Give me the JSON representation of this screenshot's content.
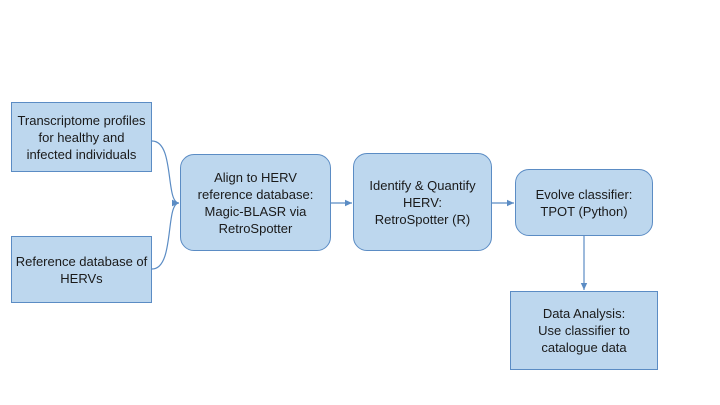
{
  "diagram": {
    "colors": {
      "box_fill": "#bdd7ee",
      "box_stroke": "#5b8cc4",
      "connector": "#5b8cc4"
    },
    "nodes": {
      "transcriptome": {
        "label": "Transcriptome profiles\nfor healthy and\ninfected individuals",
        "shape": "rectangle"
      },
      "reference_db": {
        "label": "Reference database of\nHERVs",
        "shape": "rectangle"
      },
      "align": {
        "label": "Align to HERV\nreference database:\nMagic-BLASR via\nRetroSpotter",
        "shape": "rounded-rectangle"
      },
      "identify": {
        "label": "Identify & Quantify\nHERV:\nRetroSpotter (R)",
        "shape": "rounded-rectangle"
      },
      "classifier": {
        "label": "Evolve classifier:\nTPOT (Python)",
        "shape": "rounded-rectangle"
      },
      "analysis": {
        "label": "Data Analysis:\nUse classifier to\ncatalogue data",
        "shape": "rectangle"
      }
    },
    "edges": [
      {
        "from": "transcriptome",
        "to": "align",
        "style": "curved-arrow"
      },
      {
        "from": "reference_db",
        "to": "align",
        "style": "curved-arrow"
      },
      {
        "from": "align",
        "to": "identify",
        "style": "arrow"
      },
      {
        "from": "identify",
        "to": "classifier",
        "style": "arrow"
      },
      {
        "from": "classifier",
        "to": "analysis",
        "style": "arrow"
      }
    ]
  }
}
